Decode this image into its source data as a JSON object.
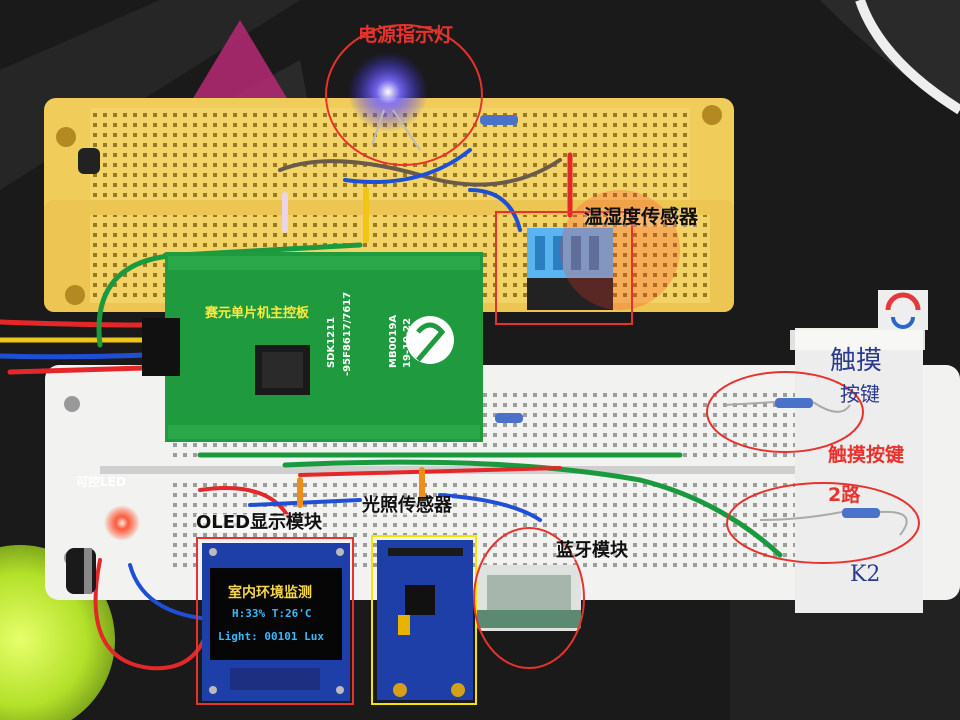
{
  "labels": {
    "power_indicator": "电源指示灯",
    "temp_humidity_sensor": "温湿度传感器",
    "controllable_led": "可控LED",
    "oled_module": "OLED显示模块",
    "light_sensor": "光照传感器",
    "bluetooth_module": "蓝牙模块",
    "touch_keys": "触摸按键",
    "two_way": "2路"
  },
  "main_board": {
    "label": "赛元单片机主控板",
    "chip_text_1": "SDK1211",
    "chip_text_2": "-95F8617/7617",
    "board_id_1": "MB0019A",
    "board_id_2": "19-10-22"
  },
  "oled_screen": {
    "line1": "室内环境监测",
    "line2": "H:33%   T:26'C",
    "line3": "Light: 00101 Lux"
  },
  "handwriting": {
    "note_1": "触摸",
    "note_2": "按键",
    "note_3": "K2"
  },
  "colors": {
    "highlight_red": "#e8322d",
    "highlight_yellow": "#f2e600",
    "pcb_green": "#1f9a3e",
    "oled_yellow": "#f7d64a",
    "oled_cyan": "#3ab8ff"
  }
}
